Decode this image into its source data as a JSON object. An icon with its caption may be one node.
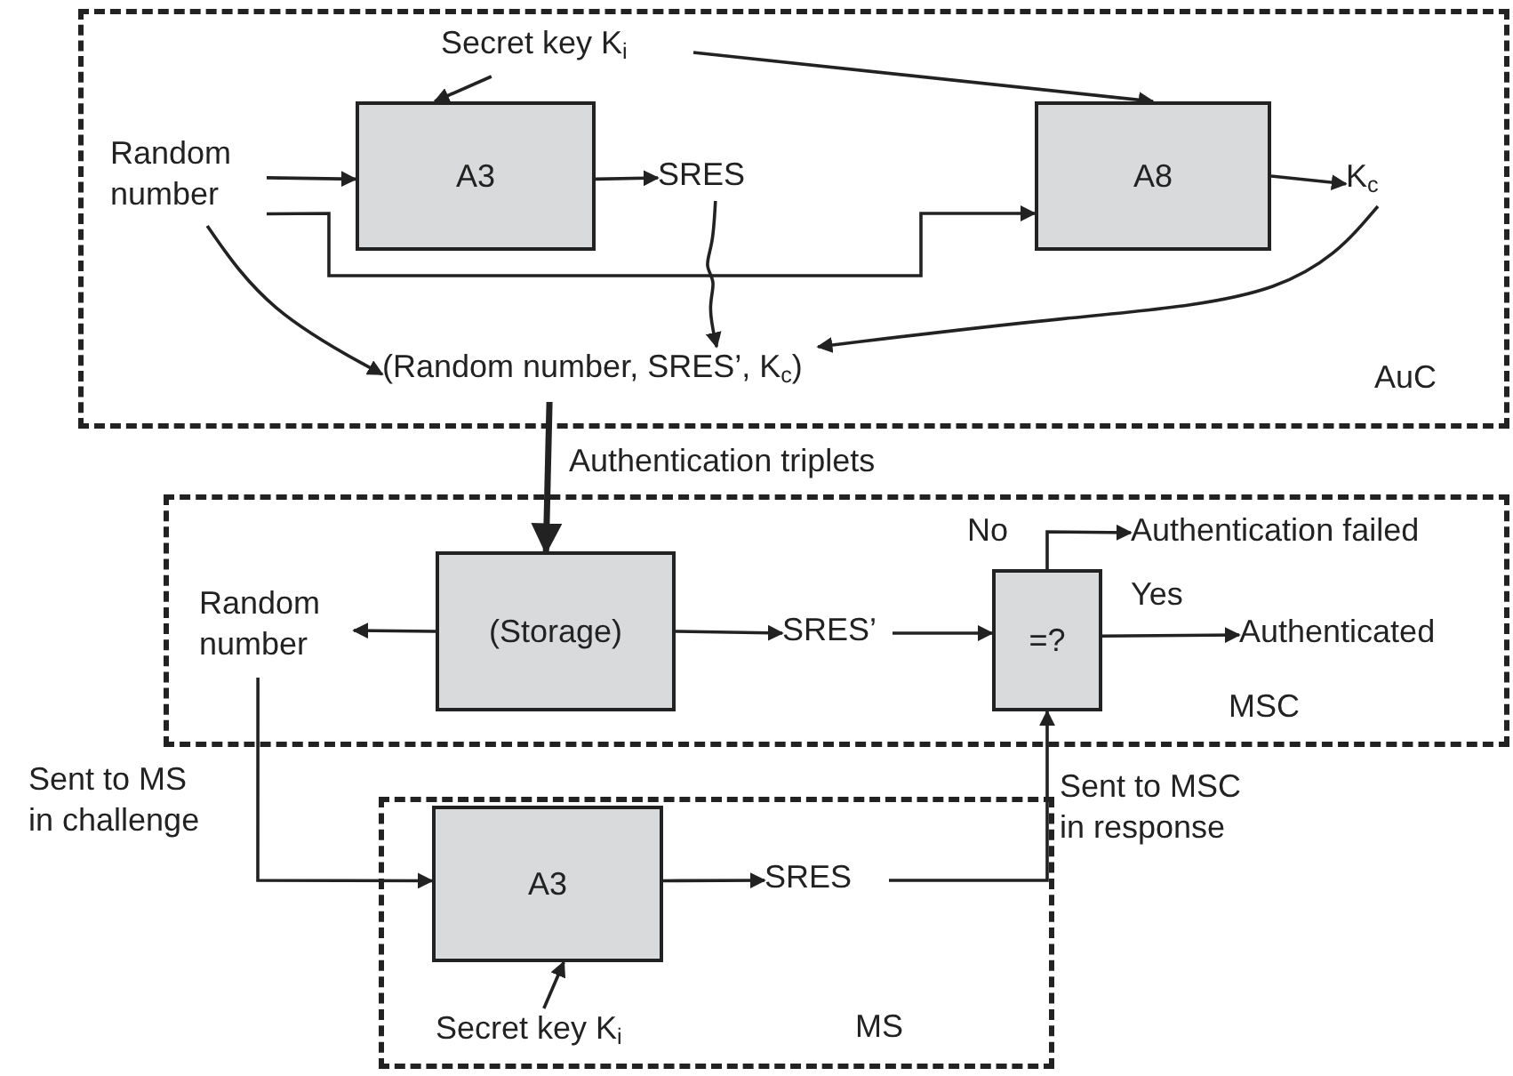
{
  "diagram": {
    "nodes": [
      {
        "text": [
          "AuC"
        ]
      },
      {
        "text": [
          "Secret key K$_{i}$"
        ],
        "in": 0
      },
      {
        "text": [
          "Random number"
        ],
        "in": 0
      },
      {
        "text": [
          "A3"
        ],
        "in": 0
      },
      {
        "text": [
          "SRES"
        ],
        "in": 0
      },
      {
        "text": [
          "A8"
        ],
        "in": 0
      },
      {
        "text": [
          "K$_{c}$"
        ],
        "in": 0
      },
      {
        "text": [
          "(Random number, SRES’, K$_{c}$)"
        ],
        "in": 0
      },
      {
        "text": [
          "MSC"
        ]
      },
      {
        "text": [
          "Random number"
        ],
        "in": 8
      },
      {
        "text": [
          "(Storage)"
        ],
        "in": 8
      },
      {
        "text": [
          "SRES’"
        ],
        "in": 8
      },
      {
        "text": [
          "=?"
        ],
        "in": 8
      },
      {
        "text": [
          "Authentication failed"
        ],
        "in": 8
      },
      {
        "text": [
          "Authenticated"
        ],
        "in": 8
      },
      {
        "text": [
          "MS"
        ]
      },
      {
        "text": [
          "A3"
        ],
        "in": 15
      },
      {
        "text": [
          "SRES"
        ],
        "in": 15
      },
      {
        "text": [
          "Secret key K$_{i}$"
        ],
        "in": 15
      }
    ],
    "edges": [
      {
        "from": 1,
        "to": 3,
        "arrow": "to"
      },
      {
        "from": 1,
        "to": 5,
        "arrow": "to"
      },
      {
        "from": 2,
        "to": 3,
        "arrow": "to"
      },
      {
        "from": 2,
        "to": 5,
        "arrow": "to"
      },
      {
        "from": 3,
        "to": 4,
        "arrow": "to"
      },
      {
        "from": 5,
        "to": 6,
        "arrow": "to"
      },
      {
        "from": 2,
        "to": 7,
        "arrow": "to"
      },
      {
        "from": 4,
        "to": 7,
        "arrow": "to"
      },
      {
        "from": 6,
        "to": 7,
        "arrow": "to"
      },
      {
        "from": 7,
        "to": 10,
        "arrow": "to",
        "label": "Authentication triplets",
        "style": "thick"
      },
      {
        "from": 10,
        "to": 9,
        "arrow": "to"
      },
      {
        "from": 10,
        "to": 11,
        "arrow": "to"
      },
      {
        "from": 11,
        "to": 12,
        "arrow": "to"
      },
      {
        "from": 12,
        "to": 13,
        "arrow": "to",
        "label": "No"
      },
      {
        "from": 12,
        "to": 14,
        "arrow": "to",
        "label": "Yes"
      },
      {
        "from": 9,
        "to": 16,
        "arrow": "to",
        "label": "Sent to MS in challenge"
      },
      {
        "from": 17,
        "to": 12,
        "arrow": "to",
        "label": "Sent to MSC in response"
      },
      {
        "from": 16,
        "to": 17,
        "arrow": "to"
      },
      {
        "from": 18,
        "to": 16,
        "arrow": "to"
      }
    ]
  }
}
